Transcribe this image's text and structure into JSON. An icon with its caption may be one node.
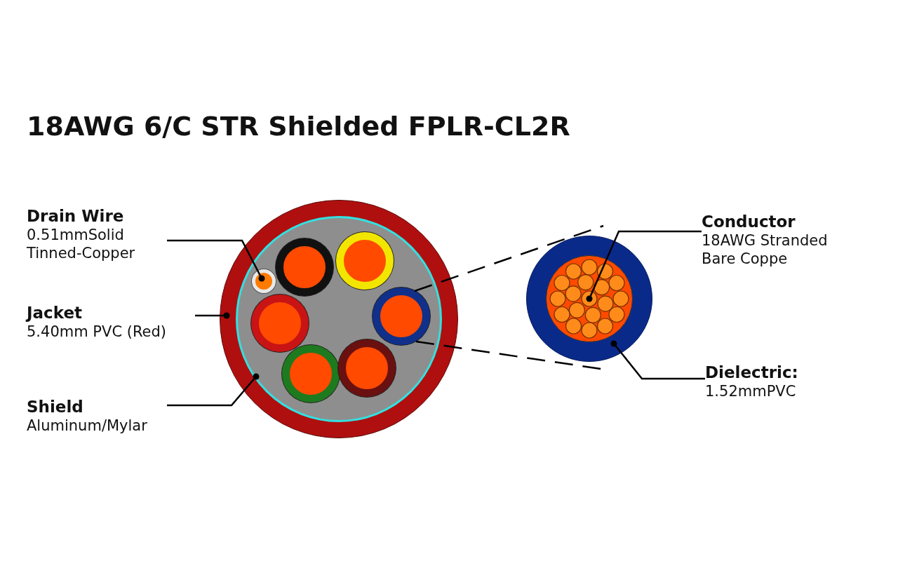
{
  "diagram": {
    "title": "18AWG 6/C STR Shielded FPLR-CL2R",
    "nodes": [
      {
        "text": [
          "Drain Wire",
          "0.51mmSolid Tinned-Copper"
        ]
      },
      {
        "text": [
          "Jacket",
          "5.40mm PVC (Red)"
        ]
      },
      {
        "text": [
          "Shield",
          "Aluminum/Mylar"
        ]
      },
      {
        "text": [],
        "shape": "circle"
      },
      {
        "text": [],
        "shape": "circle",
        "in": 3
      },
      {
        "text": [],
        "shape": "circle",
        "in": 4
      },
      {
        "text": [],
        "shape": "circle",
        "in": 4
      },
      {
        "text": [],
        "shape": "circle",
        "in": 4
      },
      {
        "text": [],
        "shape": "circle",
        "in": 4
      },
      {
        "text": [],
        "shape": "circle",
        "in": 4
      },
      {
        "text": [],
        "shape": "circle",
        "in": 4
      },
      {
        "text": [],
        "shape": "circle",
        "in": 4
      },
      {
        "text": [],
        "shape": "circle"
      },
      {
        "text": [],
        "shape": "circle",
        "in": 12
      },
      {
        "text": [
          "Conductor",
          "18AWG Stranded Bare Coppe"
        ]
      },
      {
        "text": [
          "Dielectric:",
          "1.52mmPVC"
        ]
      }
    ],
    "edges": [
      {
        "from": 0,
        "to": 5,
        "arrow": "other"
      },
      {
        "from": 1,
        "to": 3,
        "arrow": "other"
      },
      {
        "from": 2,
        "to": 4,
        "arrow": "other"
      },
      {
        "from": 9,
        "to": 12,
        "arrow": "none",
        "style": "dashed"
      },
      {
        "from": 9,
        "to": 12,
        "arrow": "none",
        "style": "dashed"
      },
      {
        "from": 14,
        "to": 13,
        "arrow": "other"
      },
      {
        "from": 15,
        "to": 12,
        "arrow": "other"
      }
    ]
  }
}
